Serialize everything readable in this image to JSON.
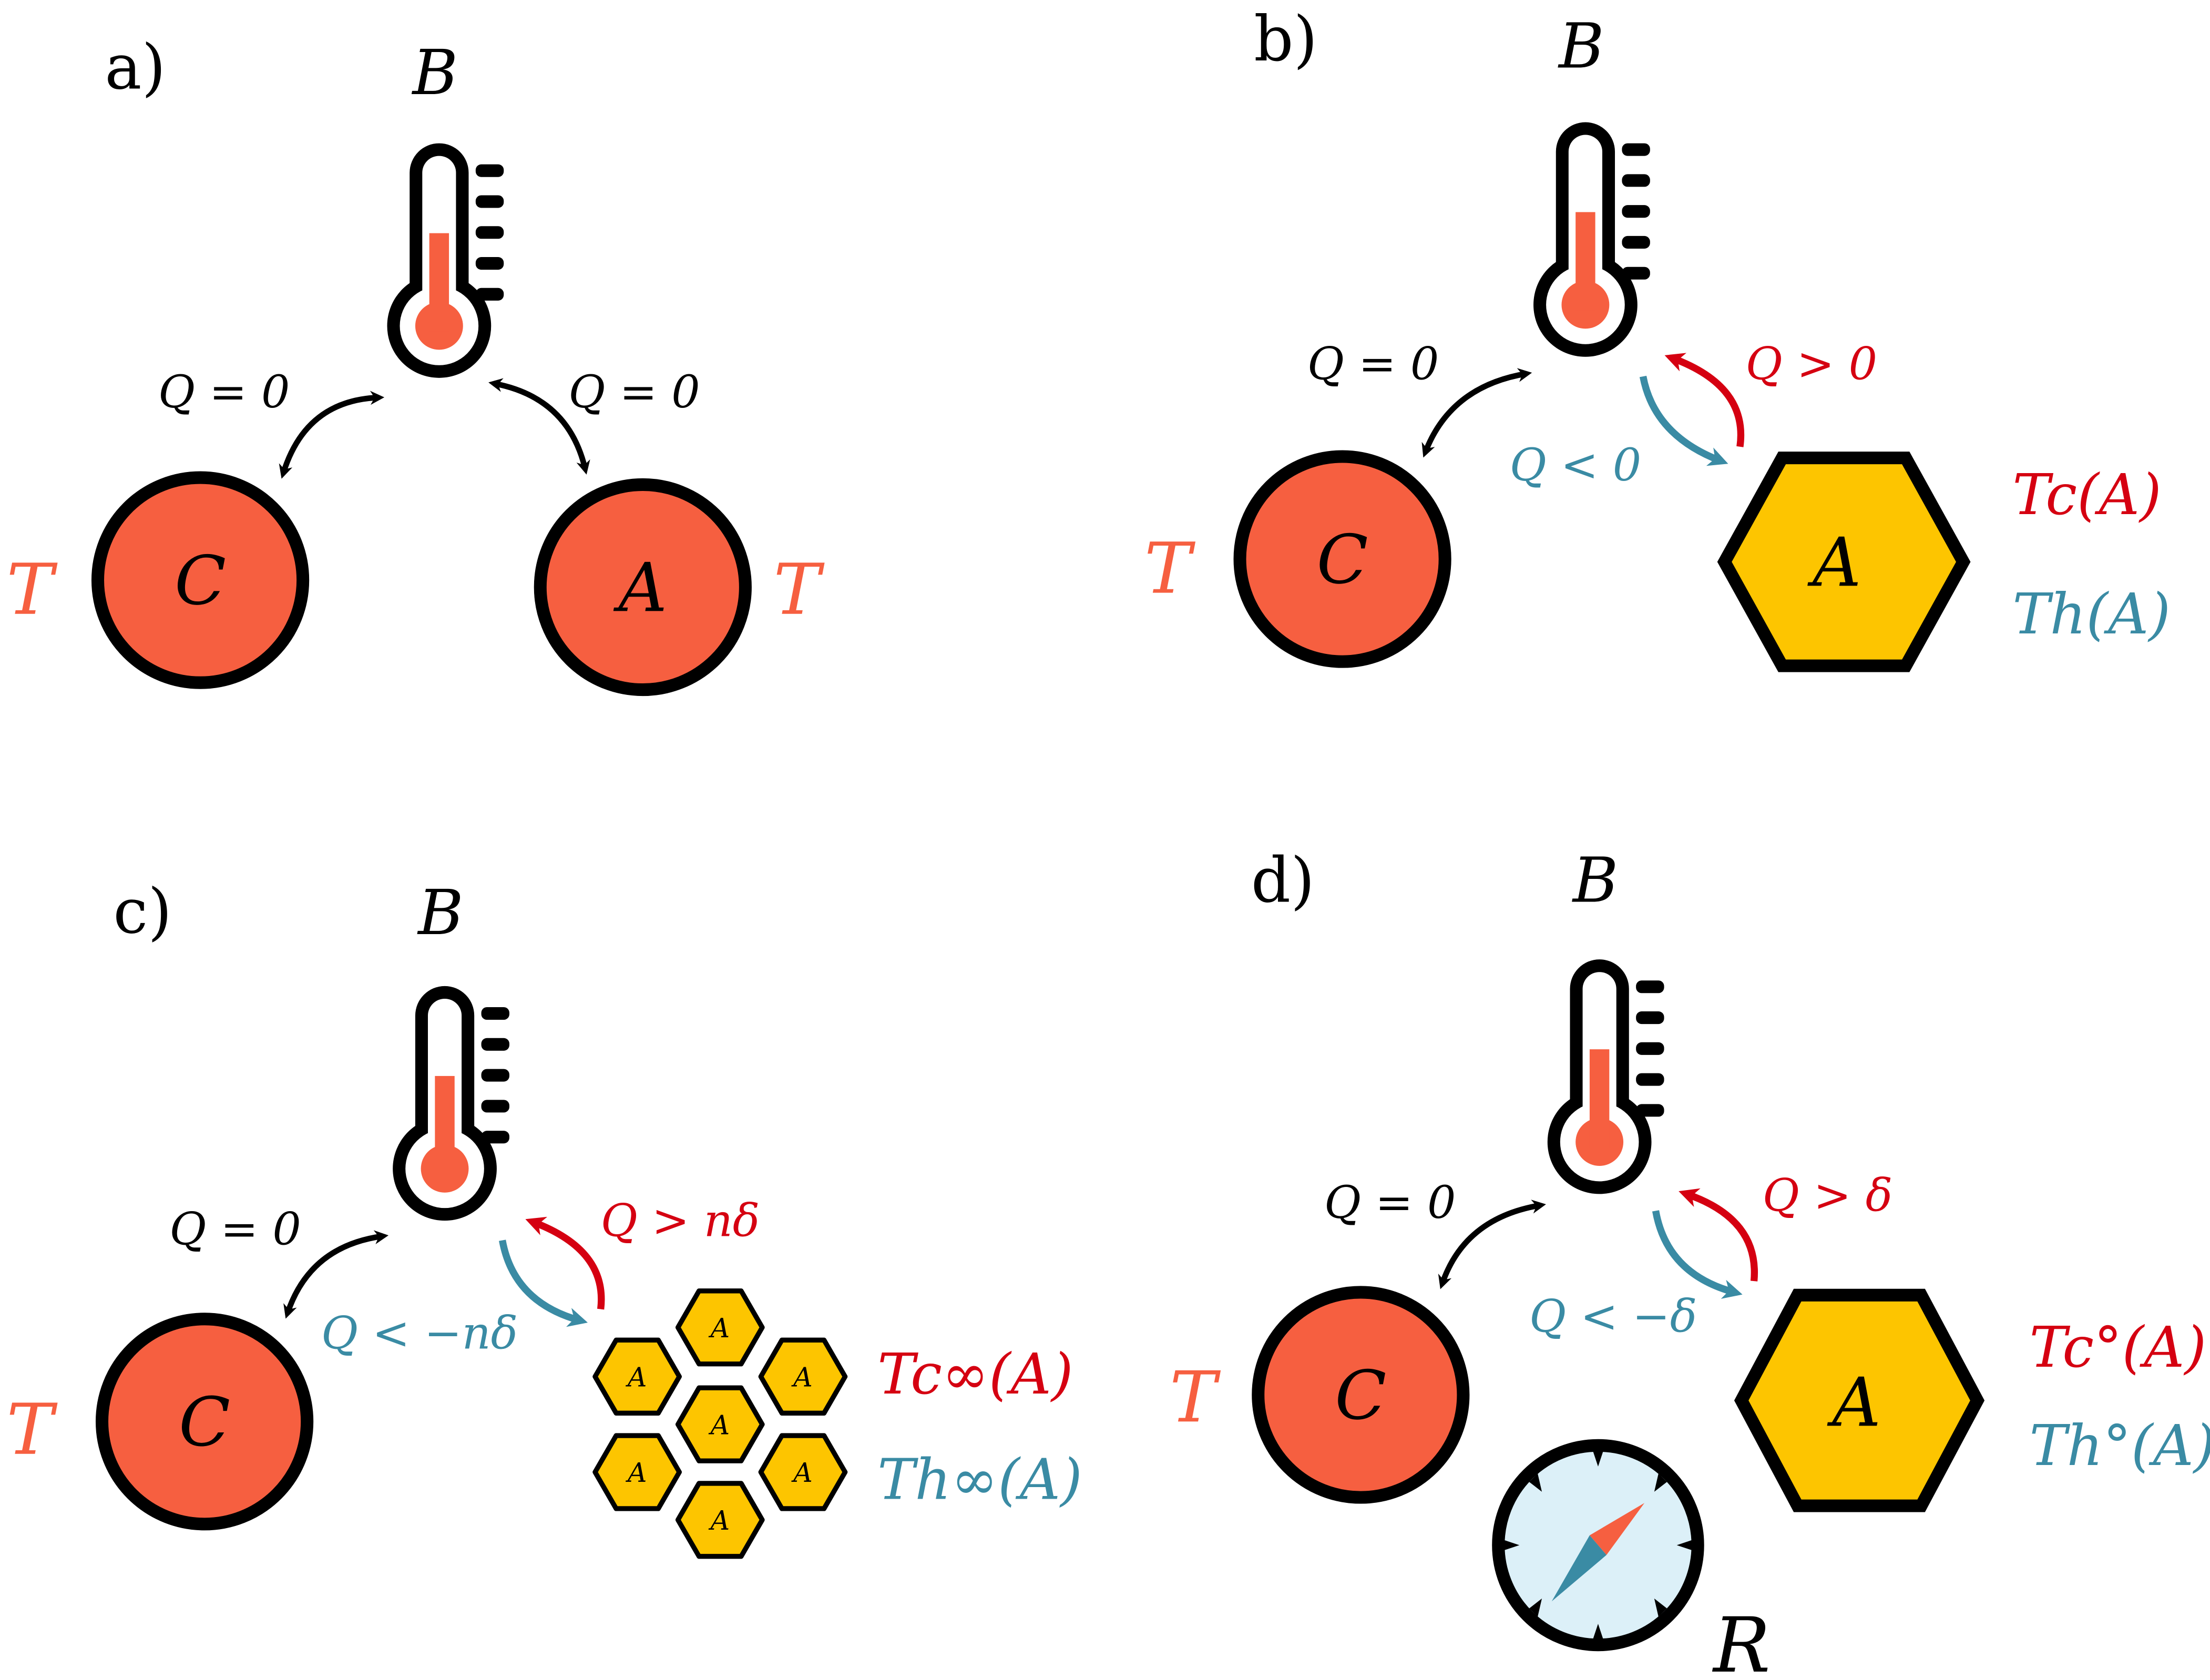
{
  "colors": {
    "red_body": "#f65f40",
    "yellow_body": "#fdc500",
    "blue_flow": "#3a8ba4",
    "red_flow": "#d50011",
    "black": "#000000",
    "ref_fill": "#dcf0f8"
  },
  "icons": {
    "thermometer": "thermometer-icon",
    "compass": "compass-icon"
  },
  "panels": {
    "a": {
      "tag": "a)",
      "bath_label": "B",
      "left_exchange": "Q = 0",
      "right_exchange": "Q = 0",
      "body_c": "C",
      "body_a": "A",
      "temp_left": "T",
      "temp_right": "T"
    },
    "b": {
      "tag": "b)",
      "bath_label": "B",
      "left_exchange": "Q = 0",
      "out_flow": "Q > 0",
      "in_flow": "Q < 0",
      "body_c": "C",
      "body_a": "A",
      "temp_left": "T",
      "temp_cold": "Tc(A)",
      "temp_hot": "Th(A)"
    },
    "c": {
      "tag": "c)",
      "bath_label": "B",
      "left_exchange": "Q = 0",
      "out_flow": "Q > nδ",
      "in_flow": "Q < −nδ",
      "body_c": "C",
      "cluster_cell": "A",
      "temp_left": "T",
      "temp_cold": "Tc∞(A)",
      "temp_hot": "Th∞(A)"
    },
    "d": {
      "tag": "d)",
      "bath_label": "B",
      "left_exchange": "Q = 0",
      "out_flow": "Q > δ",
      "in_flow": "Q < −δ",
      "body_c": "C",
      "body_a": "A",
      "temp_left": "T",
      "temp_cold": "Tc°(A)",
      "temp_hot": "Th°(A)",
      "reference_label": "R"
    }
  }
}
